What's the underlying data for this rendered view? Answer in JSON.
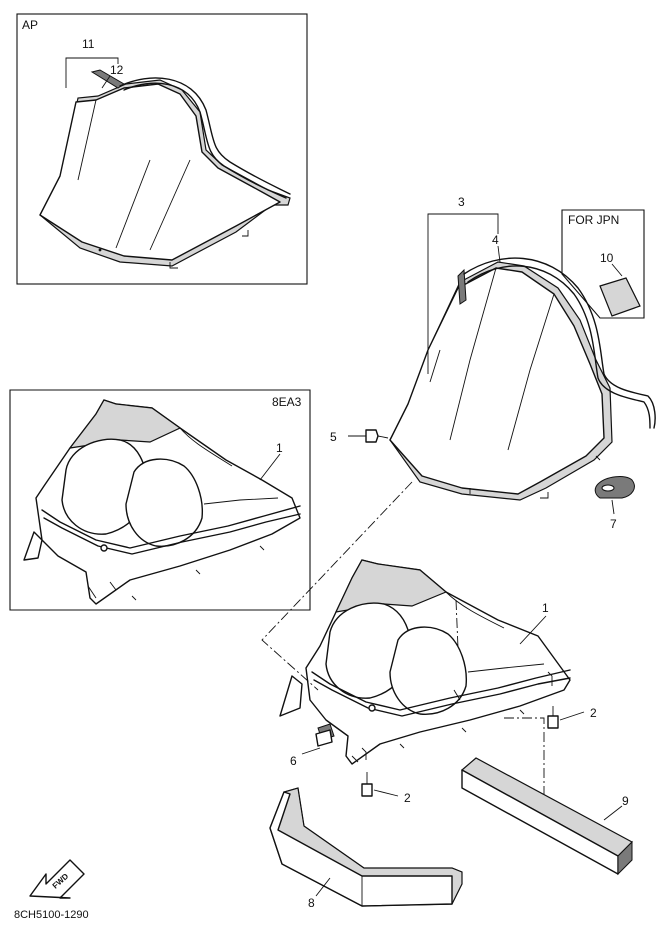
{
  "boxes": {
    "ap": "AP",
    "ea3": "8EA3",
    "jpn": "FOR JPN"
  },
  "callouts": {
    "c1a": "1",
    "c1b": "1",
    "c2a": "2",
    "c2b": "2",
    "c3": "3",
    "c4": "4",
    "c5": "5",
    "c6": "6",
    "c7": "7",
    "c8": "8",
    "c9": "9",
    "c10": "10",
    "c11": "11",
    "c12": "12"
  },
  "fwd_label": "FWD",
  "diagram_code": "8CH5100-1290"
}
